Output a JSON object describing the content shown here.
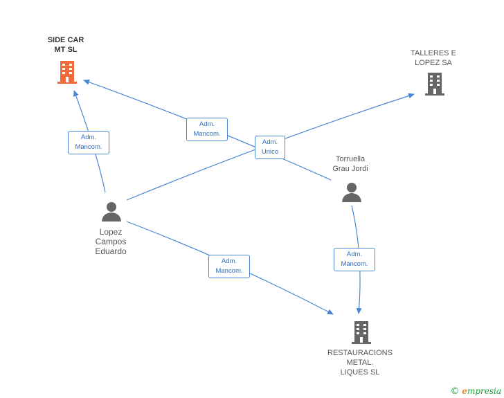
{
  "nodes": {
    "side_car": {
      "label": "SIDE CAR\nMT SL",
      "icon": "building-icon",
      "color": "#f26a3c"
    },
    "talleres": {
      "label": "TALLERES E\nLOPEZ SA",
      "icon": "building-icon",
      "color": "#666666"
    },
    "torruella": {
      "label": "Torruella\nGrau Jordi",
      "icon": "person-icon",
      "color": "#666666"
    },
    "lopez": {
      "label": "Lopez\nCampos\nEduardo",
      "icon": "person-icon",
      "color": "#666666"
    },
    "restauracions": {
      "label": "RESTAURACIONS\nMETAL.\nLIQUES  SL",
      "icon": "building-icon",
      "color": "#666666"
    }
  },
  "edges": {
    "lopez_sidecar": "Adm.\nMancom.",
    "torruella_sidecar": "Adm.\nMancom.",
    "lopez_talleres": "Adm.\nUnico",
    "lopez_restauracions": "Adm.\nMancom.",
    "torruella_restauracions": "Adm.\nMancom."
  },
  "colors": {
    "edge": "#4a86d4"
  },
  "footer": {
    "copyright": "©",
    "brand_e": "e",
    "brand_rest": "mpresia"
  }
}
